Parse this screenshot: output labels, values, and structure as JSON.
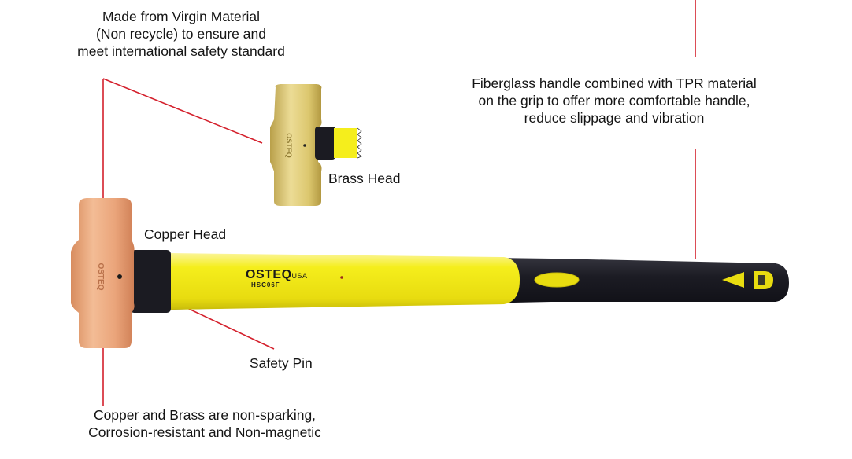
{
  "callouts": {
    "virgin_material": {
      "lines": [
        "Made from Virgin Material",
        "(Non recycle) to ensure and",
        "meet international safety standard"
      ]
    },
    "fiberglass_handle": {
      "lines": [
        "Fiberglass handle combined with TPR material",
        "on the grip to offer more comfortable handle,",
        "reduce slippage and vibration"
      ]
    },
    "brass_head": {
      "text": "Brass Head"
    },
    "copper_head": {
      "text": "Copper Head"
    },
    "safety_pin": {
      "text": "Safety Pin"
    },
    "non_sparking": {
      "lines": [
        "Copper and Brass are non-sparking,",
        "Corrosion-resistant and Non-magnetic"
      ]
    }
  },
  "handle_branding": {
    "brand": "OSTEQ",
    "suffix": "USA",
    "model": "HSC06F",
    "head_stamp": "OSTEQ"
  },
  "colors": {
    "leader_line": "#d4202c",
    "copper": "#e9a57c",
    "brass": "#d9c36a",
    "handle_yellow": "#f4ee1a",
    "grip_black": "#1c1c24"
  }
}
